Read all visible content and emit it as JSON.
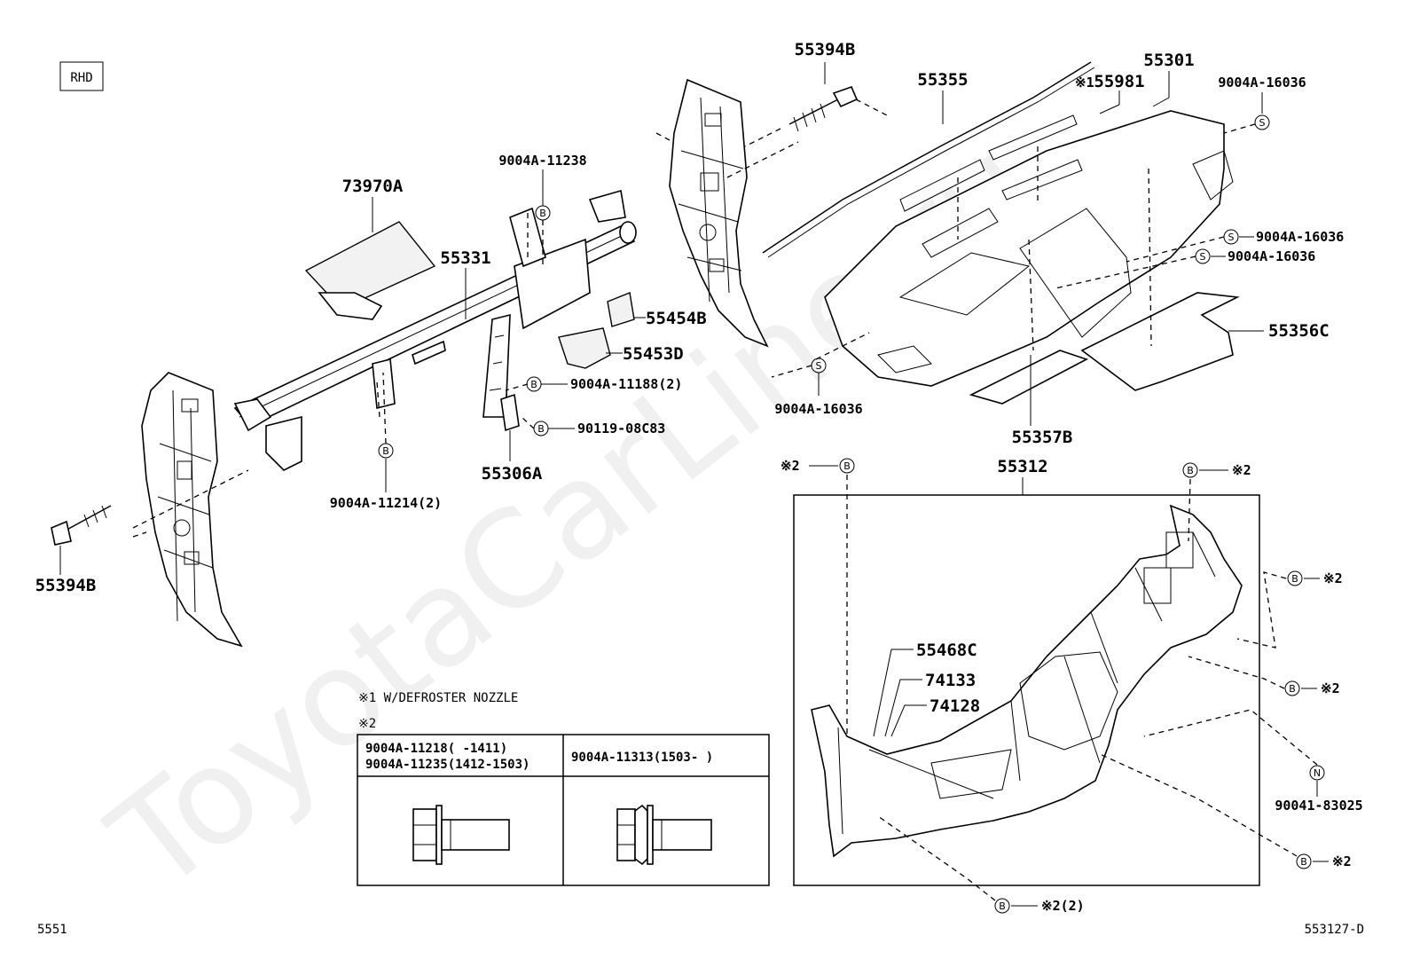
{
  "watermark": "ToyotaCarLine.ru",
  "rhd_label": "RHD",
  "footer_left": "5551",
  "footer_right": "553127-D",
  "labels": {
    "p55394B_top": "55394B",
    "p55355": "55355",
    "p55981_mark": "※1",
    "p55981": "55981",
    "p55301": "55301",
    "p9004A_16036_a": "9004A-16036",
    "p9004A_16036_b": "9004A-16036",
    "p9004A_16036_c": "9004A-16036",
    "p9004A_16036_d": "9004A-16036",
    "p9004A_11238": "9004A-11238",
    "p73970A": "73970A",
    "p55331": "55331",
    "p55454B": "55454B",
    "p55453D": "55453D",
    "p9004A_11188": "9004A-11188(2)",
    "p90119_08C83": "90119-08C83",
    "p55306A": "55306A",
    "p9004A_11214": "9004A-11214(2)",
    "p55394B_bottom": "55394B",
    "p55356C": "55356C",
    "p55357B": "55357B",
    "p55312": "55312",
    "mark2_left": "※2",
    "mark2_tr": "※2",
    "mark2_r1": "※2",
    "mark2_r2": "※2",
    "mark2_r3": "※2",
    "mark2_bottom": "※2(2)",
    "p55468C": "55468C",
    "p74133": "74133",
    "p74128": "74128",
    "p90041_83025": "90041-83025"
  },
  "symbols": {
    "B": "B",
    "S": "S",
    "N": "N"
  },
  "notes": {
    "note1": "※1 W/DEFROSTER NOZZLE",
    "note2": "※2"
  },
  "table": {
    "c1_row1": "9004A-11218(      -1411)",
    "c1_row2": "9004A-11235(1412-1503)",
    "c2_row1": "9004A-11313(1503-     )"
  }
}
